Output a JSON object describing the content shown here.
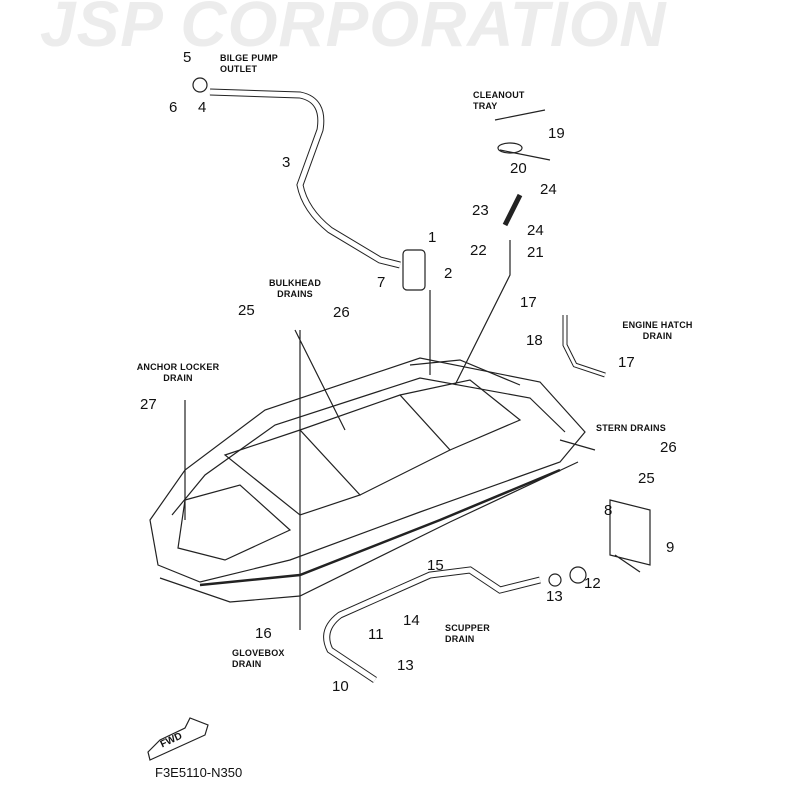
{
  "watermark": "JSP CORPORATION",
  "diagram_code": "F3E5110-N350",
  "fwd_label": "FWD",
  "labels": {
    "bilge_pump_outlet": "BILGE PUMP OUTLET",
    "cleanout_tray": "CLEANOUT TRAY",
    "bulkhead_drains": "BULKHEAD DRAINS",
    "engine_hatch_drain": "ENGINE HATCH DRAIN",
    "anchor_locker_drain": "ANCHOR LOCKER DRAIN",
    "stern_drains": "STERN DRAINS",
    "scupper_drain": "SCUPPER DRAIN",
    "glovebox_drain": "GLOVEBOX DRAIN"
  },
  "parts": [
    "5",
    "6",
    "4",
    "3",
    "1",
    "2",
    "7",
    "25",
    "26",
    "19",
    "20",
    "24",
    "23",
    "24",
    "22",
    "21",
    "17",
    "18",
    "17",
    "27",
    "26",
    "25",
    "8",
    "9",
    "12",
    "13",
    "15",
    "14",
    "11",
    "16",
    "13",
    "10"
  ]
}
